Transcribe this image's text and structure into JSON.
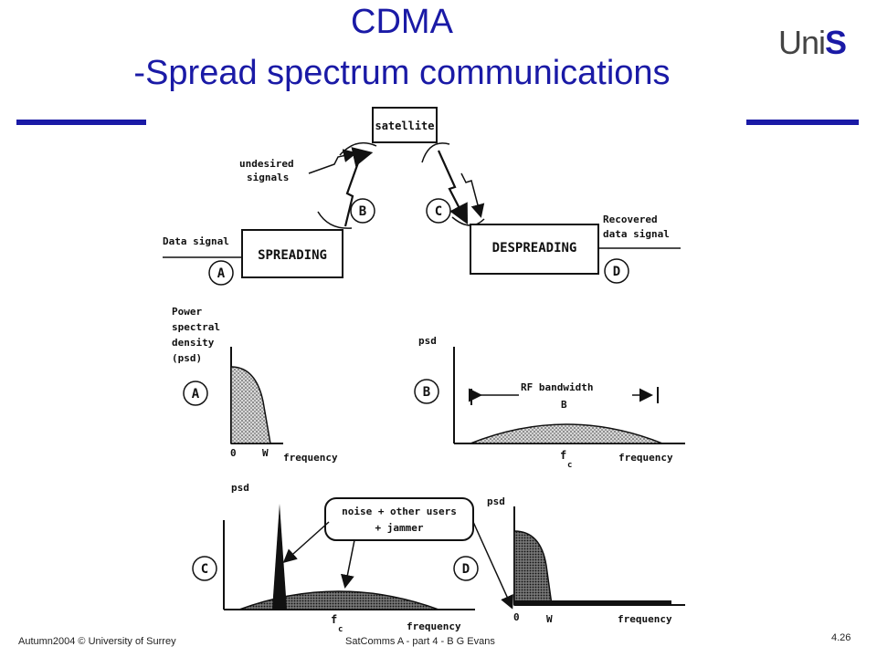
{
  "slide": {
    "title_line1": "CDMA",
    "title_line2": "-Spread spectrum communications",
    "logo_prefix": "Uni",
    "logo_suffix": "S",
    "footer_left": "Autumn2004 © University of Surrey",
    "footer_center": "SatComms A - part 4 - B G Evans",
    "page_number": "4.26",
    "accent_color": "#1a1aa6"
  },
  "diagram": {
    "satellite": "satellite",
    "undesired": [
      "undesired",
      "signals"
    ],
    "data_signal": "Data signal",
    "spreading": "SPREADING",
    "despreading": "DESPREADING",
    "recovered": [
      "Recovered",
      "data signal"
    ],
    "markers": {
      "a": "A",
      "b": "B",
      "c": "C",
      "d": "D"
    }
  },
  "plots": {
    "psd_long": [
      "Power",
      "spectral",
      "density",
      "(psd)"
    ],
    "psd": "psd",
    "frequency": "frequency",
    "zero": "0",
    "w": "W",
    "fc_main": "f",
    "fc_sub": "c",
    "rf_bandwidth": "RF bandwidth",
    "b_label": "B",
    "noise_box": [
      "noise + other users",
      "+ jammer"
    ]
  }
}
